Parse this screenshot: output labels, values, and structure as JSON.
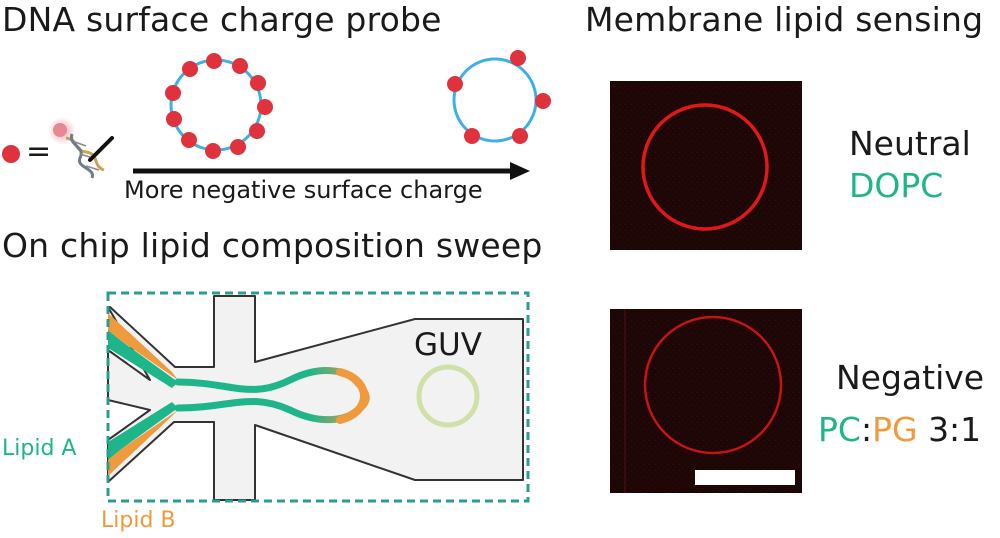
{
  "titles": {
    "dna_probe": "DNA surface charge probe",
    "membrane_sensing": "Membrane lipid sensing",
    "chip_sweep": "On chip lipid composition sweep"
  },
  "probe": {
    "equals": "=",
    "arrow_caption": "More negative surface charge"
  },
  "chip": {
    "guv_label": "GUV",
    "lipid_a": "Lipid A",
    "lipid_b": "Lipid B"
  },
  "samples": {
    "neutral": {
      "charge": "Neutral",
      "lipid": "DOPC"
    },
    "negative": {
      "charge": "Negative",
      "pc": "PC",
      "colon": ":",
      "pg": "PG",
      "ratio": "3:1"
    }
  },
  "colors": {
    "green": "#1fb58a",
    "orange": "#ef9a3d",
    "red_dot": "#e0323c",
    "membrane_blue": "#3fb0e6",
    "teal_border": "#2a9d8f",
    "micrograph_bg": "#1a0505",
    "micrograph_ring": "#e01818"
  }
}
